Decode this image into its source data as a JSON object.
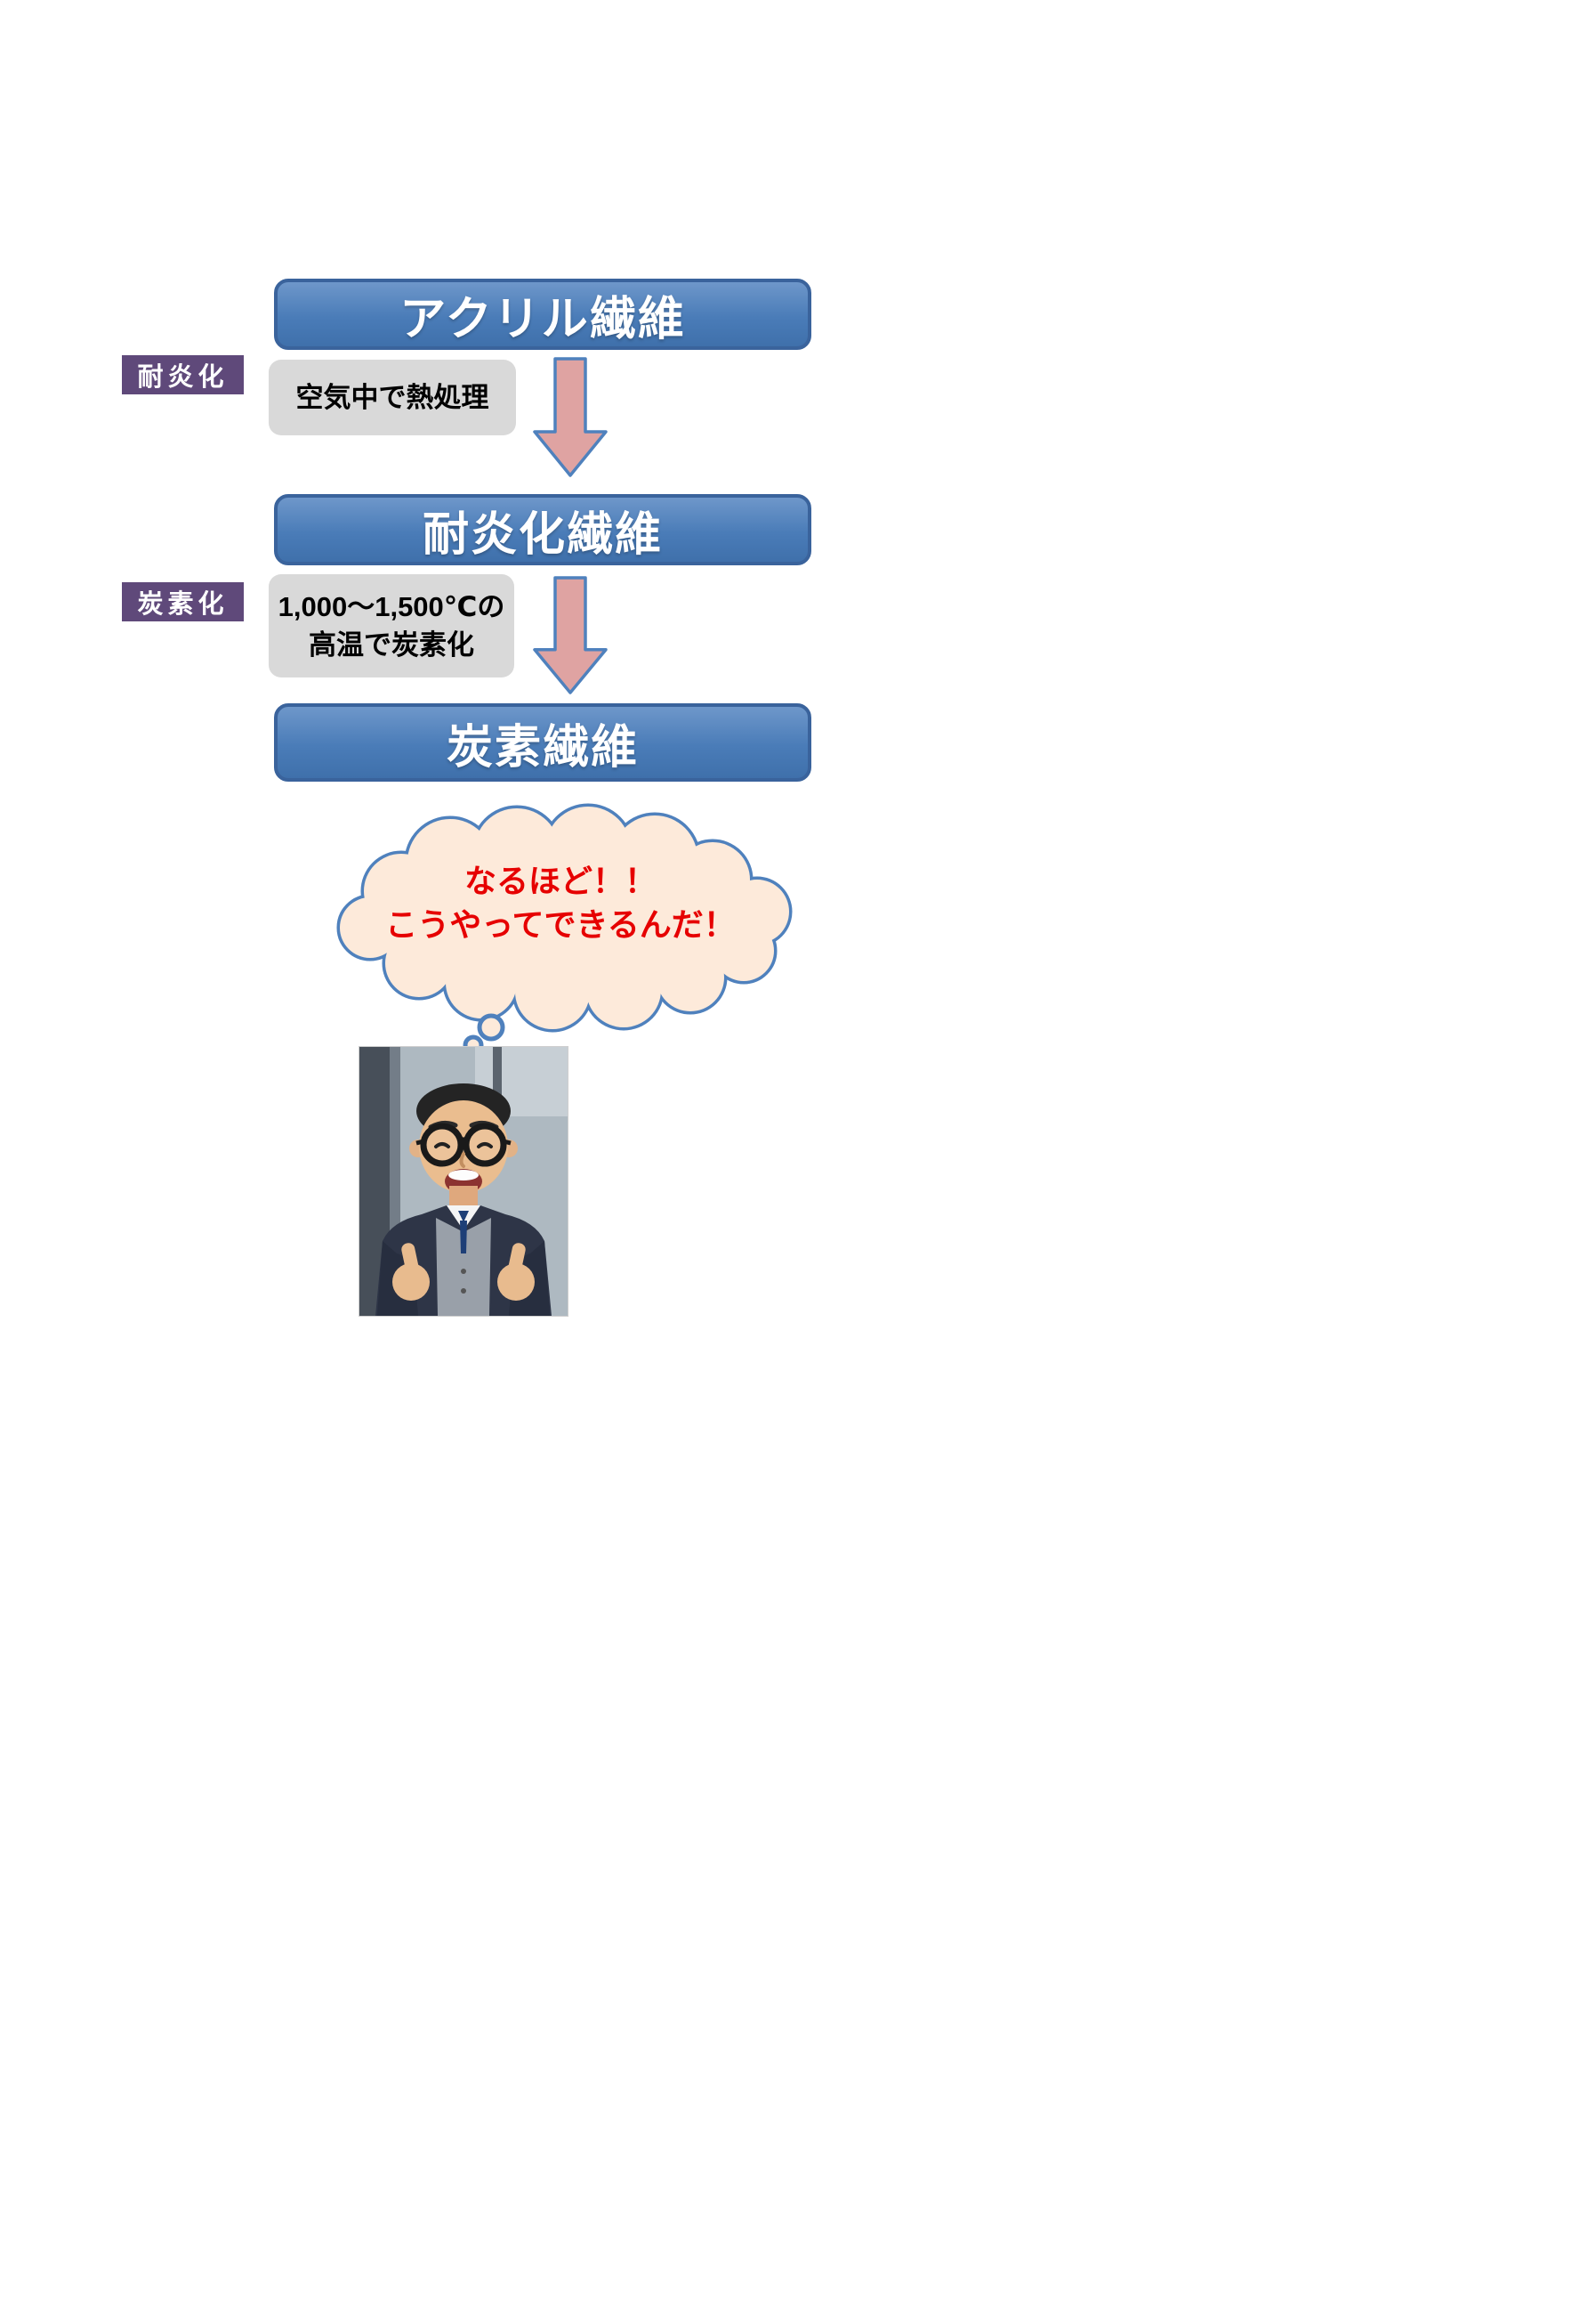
{
  "diagram": {
    "boxes": [
      {
        "label": "アクリル繊維"
      },
      {
        "label": "耐炎化繊維"
      },
      {
        "label": "炭素繊維"
      }
    ],
    "steps": [
      {
        "tag": "耐炎化",
        "note_lines": [
          "空気中で熱処理",
          ""
        ]
      },
      {
        "tag": "炭素化",
        "note_lines": [
          "1,000～1,500℃の",
          "高温で炭素化"
        ]
      }
    ],
    "callout": {
      "lines": [
        "なるほど！！",
        "こうやってできるんだ！"
      ]
    },
    "colors": {
      "box_fill": "#4a7cb8",
      "box_border": "#3a639c",
      "tag_fill": "#5f497a",
      "note_fill": "#d9d9d9",
      "arrow_fill": "#dfa3a2",
      "arrow_border": "#4f81bd",
      "cloud_fill": "#fdeada",
      "cloud_border": "#4f81bd",
      "callout_text_color": "#e60000"
    }
  }
}
